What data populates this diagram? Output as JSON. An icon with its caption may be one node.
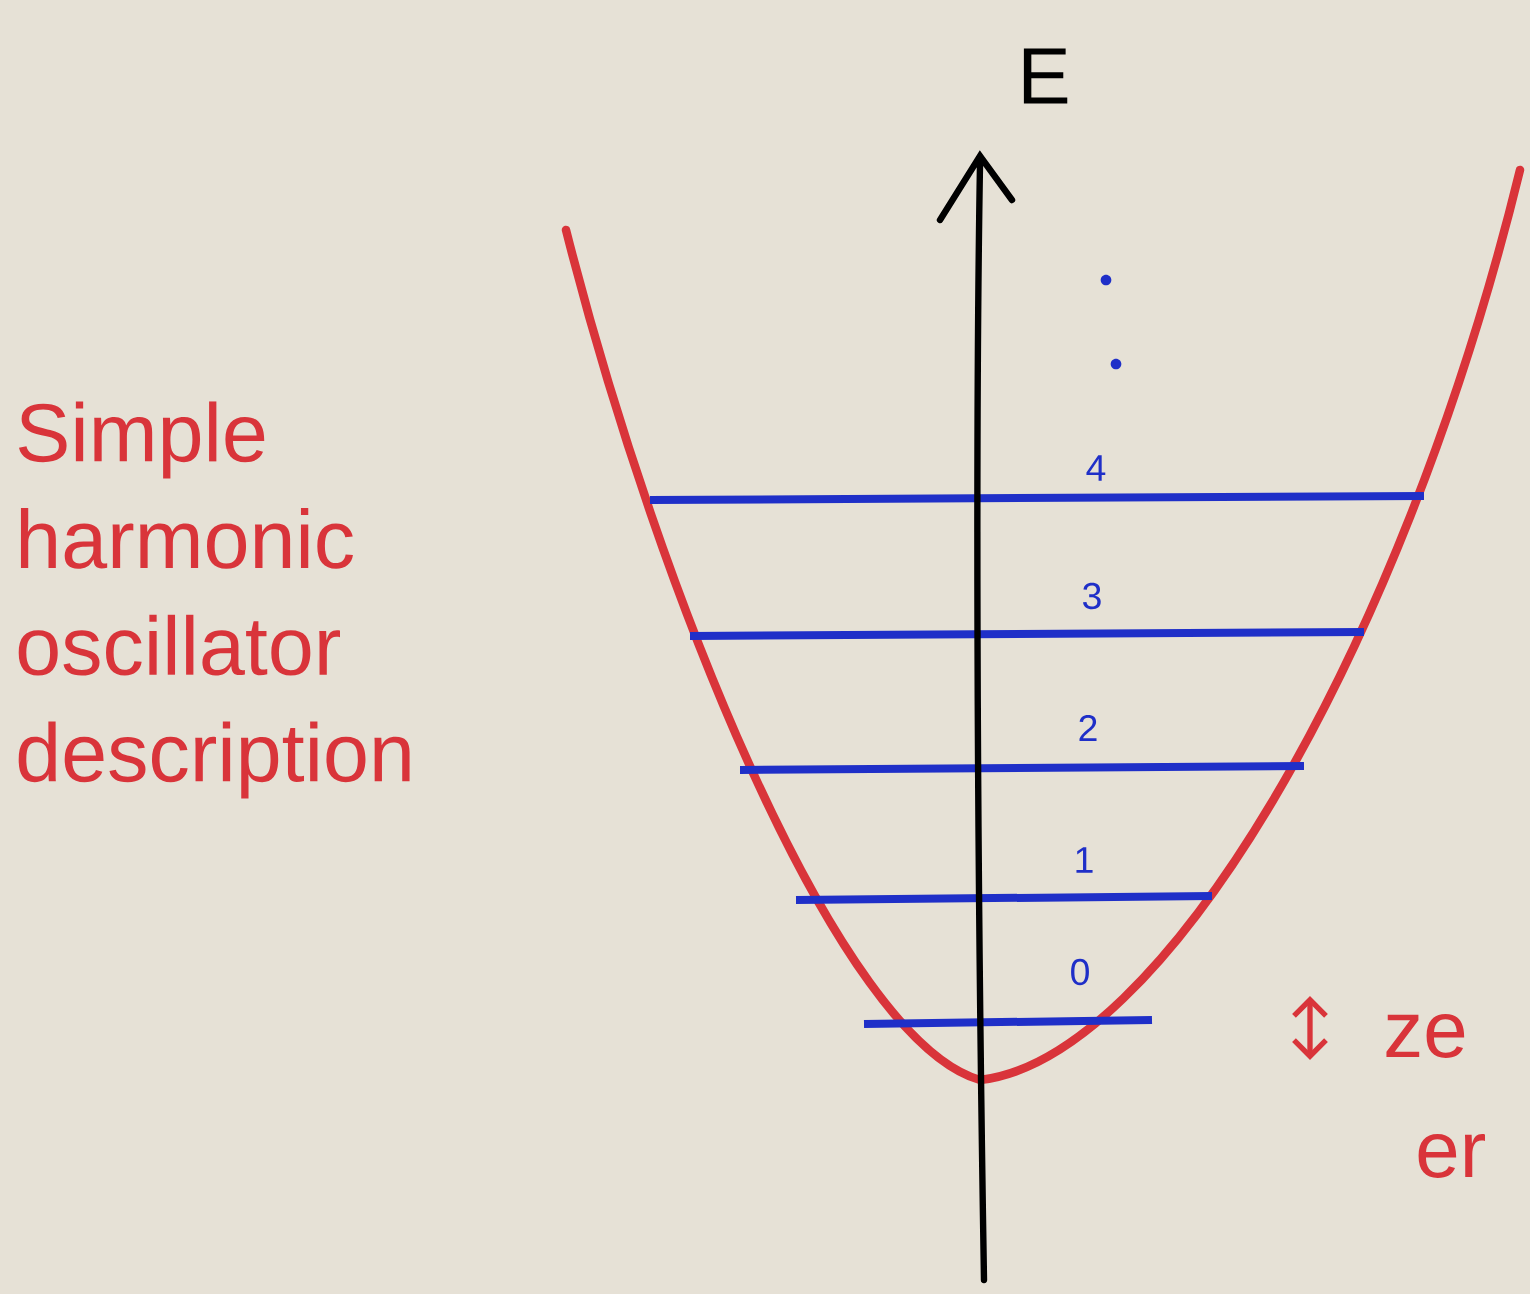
{
  "diagram": {
    "labels": [
      "E",
      "Simple harmonic oscillator description",
      "4",
      "3",
      "2",
      "1",
      "0",
      "ze",
      "er"
    ]
  }
}
